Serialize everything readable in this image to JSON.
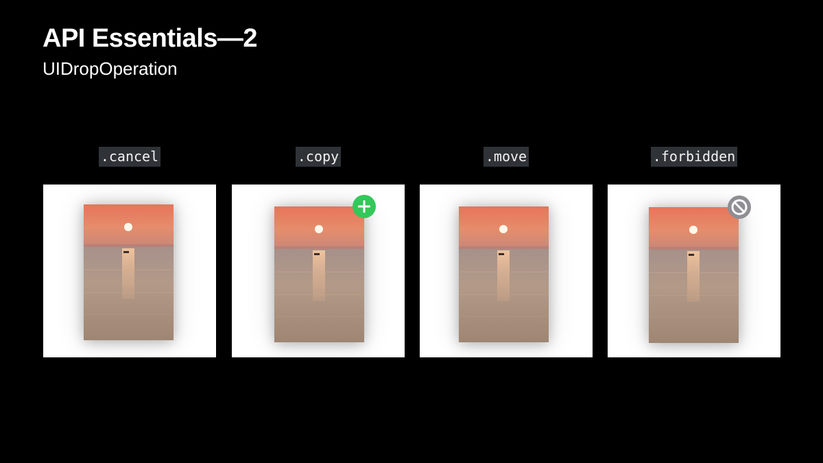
{
  "slide": {
    "title": "API Essentials—2",
    "subtitle": "UIDropOperation"
  },
  "operations": [
    {
      "label": ".cancel",
      "badge": null
    },
    {
      "label": ".copy",
      "badge": "plus-icon",
      "badge_color": "#34c759"
    },
    {
      "label": ".move",
      "badge": null
    },
    {
      "label": ".forbidden",
      "badge": "prohibited-icon",
      "badge_color": "#8e8e93"
    }
  ],
  "colors": {
    "background": "#000000",
    "card": "#ffffff",
    "label_background": "#2f3338"
  }
}
